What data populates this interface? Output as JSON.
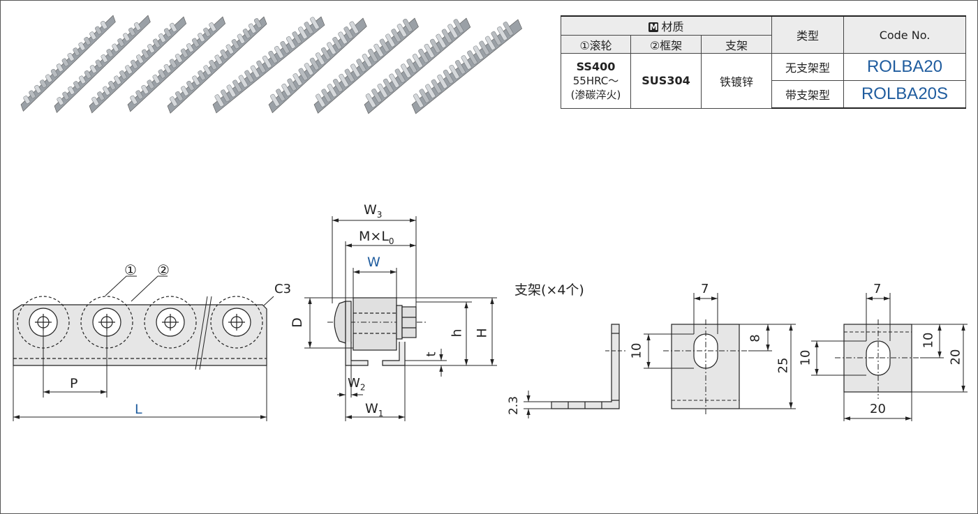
{
  "spec_table": {
    "material_header": "材质",
    "material_badge": "M",
    "roller_header": "①滚轮",
    "frame_header": "②框架",
    "bracket_header": "支架",
    "type_header": "类型",
    "code_header": "Code No.",
    "roller_material_1": "SS400",
    "roller_material_2": "55HRC～",
    "roller_material_3": "(渗碳淬火)",
    "frame_material": "SUS304",
    "bracket_material": "铁镀锌",
    "rows": [
      {
        "type": "无支架型",
        "code": "ROLBA20"
      },
      {
        "type": "带支架型",
        "code": "ROLBA20S"
      }
    ]
  },
  "front_view": {
    "callout_roller": "①",
    "callout_frame": "②",
    "chamfer": "C3",
    "pitch": "P",
    "length": "L"
  },
  "section_view": {
    "w3": "W",
    "w3_sub": "3",
    "mxl": "M×L",
    "mxl_sub": "0",
    "w": "W",
    "d": "D",
    "h_small": "h",
    "h_big": "H",
    "t": "t",
    "w2": "W",
    "w2_sub": "2",
    "w1": "W",
    "w1_sub": "1"
  },
  "bracket": {
    "title": "支架(×4个)",
    "thickness": "2.3",
    "v1_width": "7",
    "v1_slot": "10",
    "v1_offset": "8",
    "v1_height": "25",
    "v2_width": "7",
    "v2_slot": "10",
    "v2_offset": "10",
    "v2_height": "20",
    "v2_bottom": "20"
  },
  "colors": {
    "accent_blue": "#1f5c9e",
    "part_fill": "#e6e6e6",
    "roller_fill": "#d8d8d8"
  }
}
